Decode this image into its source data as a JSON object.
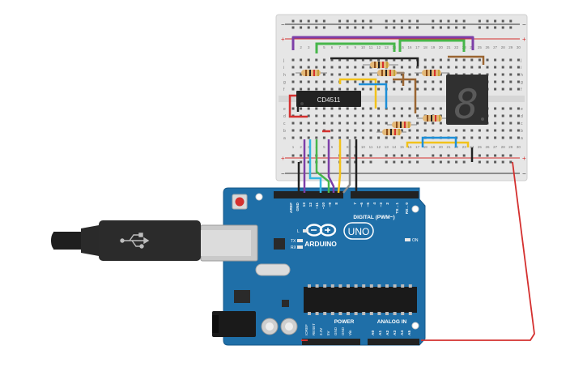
{
  "breadboard": {
    "column_numbers": [
      "1",
      "2",
      "3",
      "4",
      "5",
      "6",
      "7",
      "8",
      "9",
      "10",
      "11",
      "12",
      "13",
      "14",
      "15",
      "16",
      "17",
      "18",
      "19",
      "20",
      "21",
      "22",
      "23",
      "24",
      "25",
      "26",
      "27",
      "28",
      "29",
      "30"
    ],
    "row_letters_top": [
      "j",
      "i",
      "h",
      "g",
      "f"
    ],
    "row_letters_bottom": [
      "e",
      "d",
      "c",
      "b",
      "a"
    ],
    "rail_plus": "+",
    "rail_minus": "−"
  },
  "ic": {
    "label": "CD4511"
  },
  "display": {
    "digit": "8"
  },
  "arduino": {
    "brand": "ARDUINO",
    "model": "UNO",
    "digital_label": "DIGITAL (PWM~)",
    "power_label": "POWER",
    "analog_label": "ANALOG IN",
    "on_label": "ON",
    "tx_label": "TX",
    "rx_label": "RX",
    "l_label": "L",
    "digital_pins": [
      "AREF",
      "GND",
      "13",
      "12",
      "~11",
      "~10",
      "~9",
      "8",
      "7",
      "~6",
      "~5",
      "4",
      "~3",
      "2",
      "TX→1",
      "RX←0"
    ],
    "power_pins": [
      "IOREF",
      "RESET",
      "3.3V",
      "5V",
      "GND",
      "GND",
      "Vin"
    ],
    "analog_pins": [
      "A0",
      "A1",
      "A2",
      "A3",
      "A4",
      "A5"
    ]
  },
  "colors": {
    "board_blue": "#1f6fa8",
    "breadboard": "#e9e9e9",
    "wire_red": "#d4302f",
    "wire_green": "#47b64a",
    "wire_purple": "#7d3fa8",
    "wire_yellow": "#f2c21b",
    "wire_blue": "#1e8fd8",
    "wire_brown": "#9a6532",
    "wire_black": "#222222",
    "wire_gray": "#8d8d8d",
    "wire_cyan": "#35b7e0"
  }
}
